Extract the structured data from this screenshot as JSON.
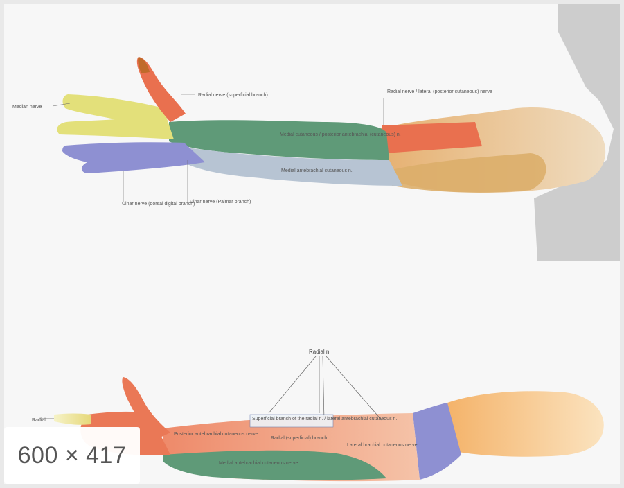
{
  "image_size_badge": "600 × 417",
  "top_diagram": {
    "labels": {
      "median_tip": "Median nerve",
      "radial_superficial": "Radial nerve (superficial branch)",
      "radial_posterior_cut": "Radial nerve / lateral (posterior cutaneous) nerve",
      "medial_posterior": "Medial cutaneous / posterior antebrachial (cutaneous) n.",
      "medial_antebrachial": "Medial antebrachial cutaneous n.",
      "ulnar_dorsal": "Ulnar nerve (dorsal digital branch)",
      "ulnar_palmar": "Ulnar nerve (Palmar branch)"
    }
  },
  "bottom_diagram": {
    "labels": {
      "radial_n": "Radial n.",
      "radial_tip": "Radial",
      "posterior_antebrachial": "Posterior antebrachial cutaneous nerve",
      "superficial_branch": "Superficial branch of the radial n. / lateral antebrachial cutaneous n.",
      "radial_superficial_branch": "Radial (superficial) branch",
      "lateral_brachial": "Lateral brachial cutaneous nerve",
      "medial_antebrachial": "Medial antebrachial cutaneous nerve"
    }
  },
  "colors": {
    "yellow": "#e3e07a",
    "orange_red": "#e9704f",
    "green": "#5f9a78",
    "blue_gray": "#b7c4d3",
    "violet": "#8e90d2",
    "tan": "#dcae6a",
    "peach": "#f0a880",
    "gray_panel": "#cdcdcd"
  }
}
